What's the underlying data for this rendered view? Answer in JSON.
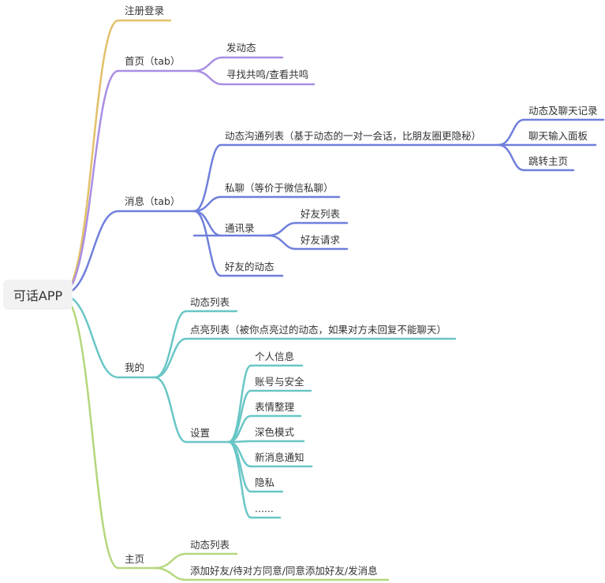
{
  "root": "可话APP",
  "colors": {
    "branch_register": "#e3c06a",
    "branch_home": "#a98ee4",
    "branch_messages": "#6f7fdc",
    "branch_me": "#69c6c6",
    "branch_profile": "#b5d77c"
  },
  "branches": {
    "register": {
      "label": "注册登录"
    },
    "home": {
      "label": "首页（tab）",
      "children": [
        "发动态",
        "寻找共鸣/查看共鸣"
      ]
    },
    "messages": {
      "label": "消息（tab）",
      "dynamic_chat": {
        "label": "动态沟通列表（基于动态的一对一会话，比朋友圈更隐秘）",
        "children": [
          "动态及聊天记录",
          "聊天输入面板",
          "跳转主页"
        ]
      },
      "private_chat": "私聊（等价于微信私聊）",
      "contacts": {
        "label": "通讯录",
        "children": [
          "好友列表",
          "好友请求"
        ]
      },
      "friend_dynamics": "好友的动态"
    },
    "me": {
      "label": "我的",
      "dynamics_list": "动态列表",
      "lit_list": "点亮列表（被你点亮过的动态，如果对方未回复不能聊天）",
      "settings": {
        "label": "设置",
        "children": [
          "个人信息",
          "账号与安全",
          "表情整理",
          "深色模式",
          "新消息通知",
          "隐私",
          "......"
        ]
      }
    },
    "profile": {
      "label": "主页",
      "children": [
        "动态列表",
        "添加好友/待对方同意/同意添加好友/发消息"
      ]
    }
  }
}
